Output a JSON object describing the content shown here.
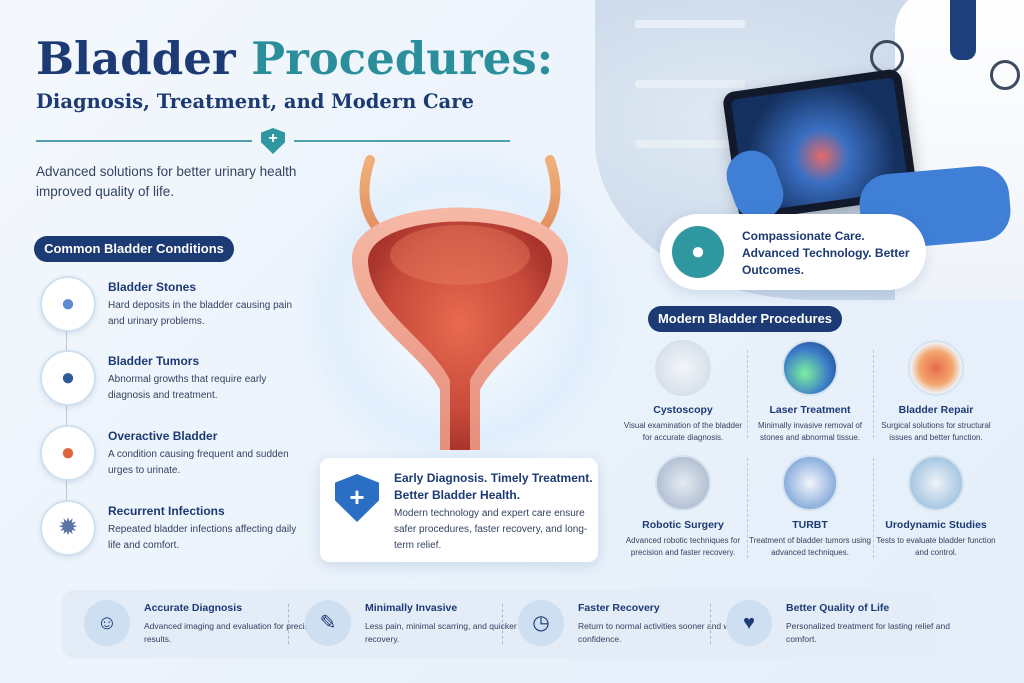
{
  "header": {
    "title_part1": "Bladder",
    "title_part2": "Procedures:",
    "subtitle": "Diagnosis, Treatment, and Modern Care",
    "tagline": "Advanced solutions for better urinary health improved quality of life."
  },
  "conditions": {
    "heading": "Common Bladder Conditions",
    "items": [
      {
        "title": "Bladder Stones",
        "desc": "Hard deposits in the bladder causing pain and urinary problems.",
        "icon": "bladder-stones-icon"
      },
      {
        "title": "Bladder Tumors",
        "desc": "Abnormal growths that require early diagnosis and treatment.",
        "icon": "bladder-tumor-icon"
      },
      {
        "title": "Overactive Bladder",
        "desc": "A condition causing frequent and sudden urges to urinate.",
        "icon": "overactive-bladder-icon"
      },
      {
        "title": "Recurrent Infections",
        "desc": "Repeated bladder infections affecting daily life and comfort.",
        "icon": "bacteria-icon"
      }
    ]
  },
  "callout": {
    "heading": "Early Diagnosis. Timely Treatment. Better Bladder Health.",
    "text": "Modern technology and expert care ensure safer procedures, faster recovery, and long-term relief."
  },
  "care": {
    "text": "Compassionate Care. Advanced Technology. Better Outcomes."
  },
  "procedures": {
    "heading": "Modern Bladder Procedures",
    "items": [
      {
        "title": "Cystoscopy",
        "desc": "Visual examination of the bladder for accurate diagnosis."
      },
      {
        "title": "Laser Treatment",
        "desc": "Minimally invasive removal of stones and abnormal tissue."
      },
      {
        "title": "Bladder Repair",
        "desc": "Surgical solutions for structural issues and better function."
      },
      {
        "title": "Robotic Surgery",
        "desc": "Advanced robotic techniques for precision and faster recovery."
      },
      {
        "title": "TURBT",
        "desc": "Treatment of bladder tumors using advanced techniques."
      },
      {
        "title": "Urodynamic Studies",
        "desc": "Tests to evaluate bladder function and control."
      }
    ]
  },
  "benefits": [
    {
      "title": "Accurate Diagnosis",
      "desc": "Advanced imaging and evaluation for precise results.",
      "icon": "doctor-shield-icon"
    },
    {
      "title": "Minimally Invasive",
      "desc": "Less pain, minimal scarring, and quicker recovery.",
      "icon": "scalpel-icon"
    },
    {
      "title": "Faster Recovery",
      "desc": "Return to normal activities sooner and with confidence.",
      "icon": "clock-icon"
    },
    {
      "title": "Better Quality of Life",
      "desc": "Personalized treatment for lasting relief and comfort.",
      "icon": "heart-hand-icon"
    }
  ],
  "colors": {
    "navy": "#1c3a73",
    "teal": "#2b8f9b",
    "blue": "#2b6fc4"
  }
}
